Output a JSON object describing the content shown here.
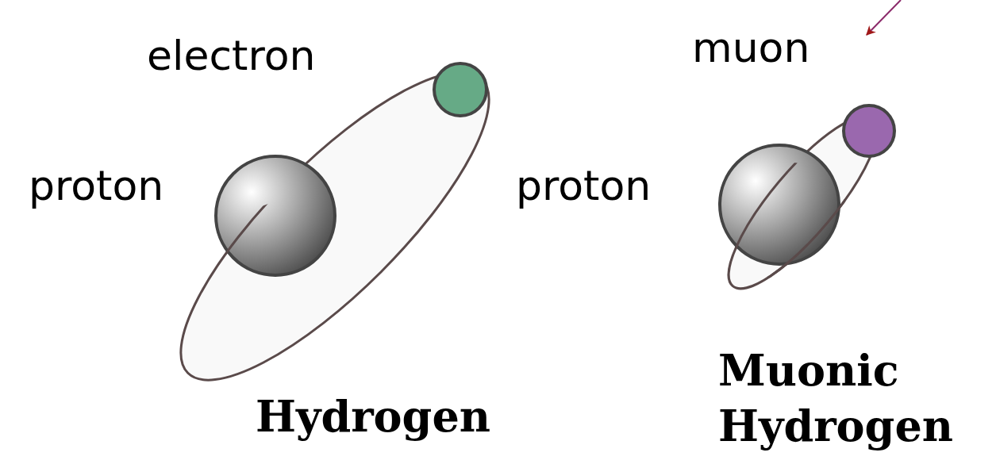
{
  "diagram": {
    "labels": [
      "electron",
      "proton",
      "Hydrogen",
      "muon",
      "proton",
      "Muonic Hydrogen"
    ]
  }
}
